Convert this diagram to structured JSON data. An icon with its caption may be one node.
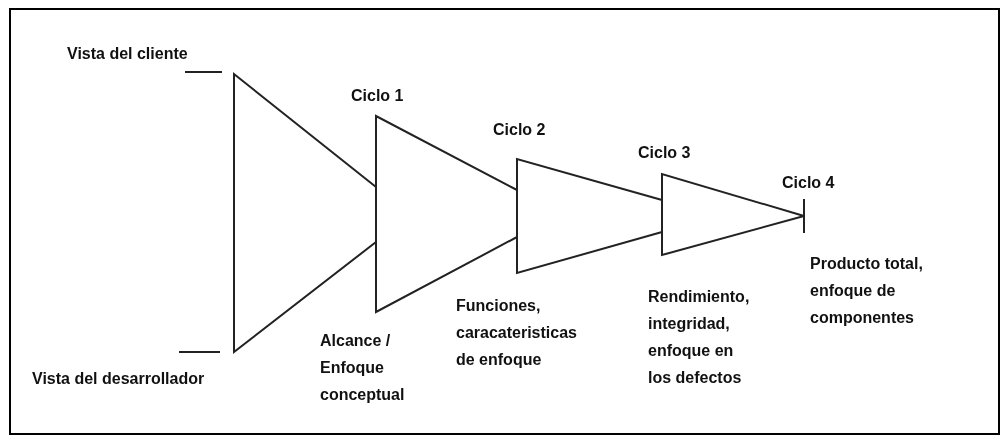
{
  "diagram": {
    "nodes": [
      {
        "text": [],
        "shape": "triangle"
      },
      {
        "text": [],
        "shape": "triangle"
      },
      {
        "text": [],
        "shape": "triangle"
      },
      {
        "text": [],
        "shape": "triangle"
      }
    ],
    "edges": [],
    "labels": [
      "Vista del cliente",
      "Ciclo 1",
      "Ciclo 2",
      "Ciclo 3",
      "Ciclo 4",
      "Producto total, enfoque de componentes",
      "Rendimiento, integridad, enfoque en los defectos",
      "Funciones, caracateristicas de enfoque",
      "Alcance / Enfoque conceptual",
      "Vista del desarrollador"
    ]
  }
}
